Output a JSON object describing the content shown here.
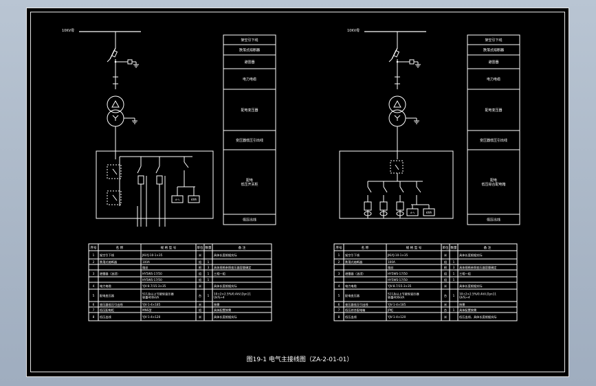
{
  "drawing_title": "图19-1  电气主接线图（ZA-2-01-01）",
  "colors": {
    "background": "#000000",
    "line": "#ffffff",
    "frame": "#e6e6e6",
    "desktop": "#a9b6c6"
  },
  "left": {
    "source_label": "10KV母",
    "side_labels": [
      "架空引下线",
      "跌落式熔断器",
      "避雷器",
      "电力电缆",
      "配电变压器",
      "变压器低压引出线",
      "配电\n低压开关柜",
      "低压出线"
    ],
    "table": {
      "headers": [
        "序号",
        "名 称",
        "规 格 型 号",
        "单位",
        "数量",
        "备 注"
      ],
      "rows": [
        [
          "1",
          "架空引下线",
          "JKLYJ-10-1×35",
          "米",
          "",
          "具体长度根据实际"
        ],
        [
          "2",
          "跌落式熔断器",
          "100A",
          "组",
          "1",
          ""
        ],
        [
          "",
          "",
          "熔丝",
          "根",
          "3",
          "具体规格参照变压器容量确定"
        ],
        [
          "3",
          "避雷器（油浸）",
          "HY5WS-17/50",
          "组",
          "1",
          "三相一组"
        ],
        [
          "",
          "",
          "HY5WS-17/50",
          "组",
          "1",
          ""
        ],
        [
          "4",
          "电力电缆",
          "YJV-8.7/15-3×35",
          "米",
          "",
          "具体长度根据实际"
        ],
        [
          "5",
          "配电变压器",
          "S11及以上节能型变压器\n容量400kVA",
          "台",
          "1",
          "10±2×2.5%/0.4kV,Dyn11\nUk%=4"
        ],
        [
          "6",
          "变压器低压引出线",
          "YJV-1-4×185",
          "米",
          "",
          "按需"
        ],
        [
          "7",
          "低压配电柜",
          "MNS型",
          "组",
          "",
          "具体配置按需"
        ],
        [
          "8",
          "低压出线",
          "YJV-1-4×120",
          "米",
          "",
          "具体长度根据实际"
        ]
      ]
    }
  },
  "right": {
    "source_label": "10KV母",
    "side_labels": [
      "架空引下线",
      "跌落式熔断器",
      "避雷器",
      "电力电缆",
      "配电变压器",
      "变压器低压引出线",
      "配电\n低压综合配电箱",
      "低压出线"
    ],
    "table": {
      "headers": [
        "序号",
        "名 称",
        "规 格 型 号",
        "单位",
        "数量",
        "备 注"
      ],
      "rows": [
        [
          "1",
          "架空引下线",
          "JKLYJ-10-1×35",
          "米",
          "",
          "具体长度根据实际"
        ],
        [
          "2",
          "跌落式熔断器",
          "100A",
          "组",
          "1",
          ""
        ],
        [
          "",
          "",
          "熔丝",
          "根",
          "3",
          "具体规格参照变压器容量确定"
        ],
        [
          "3",
          "避雷器（油浸）",
          "HY5WS-17/50",
          "组",
          "1",
          "三相一组"
        ],
        [
          "",
          "",
          "HY5WS-17/50",
          "组",
          "1",
          ""
        ],
        [
          "4",
          "电力电缆",
          "YJV-8.7/15-3×35",
          "米",
          "",
          "具体长度根据实际"
        ],
        [
          "5",
          "配电变压器",
          "S11及以上节能型变压器\n容量400kVA",
          "台",
          "1",
          "10±2×2.5%/0.4kV,Dyn11\nUk%=4"
        ],
        [
          "6",
          "变压器低压引出线",
          "YJV-1-4×185",
          "米",
          "",
          "按需"
        ],
        [
          "7",
          "低压综合配电箱",
          "JP柜",
          "台",
          "1",
          "具体配置按需"
        ],
        [
          "8",
          "低压出线",
          "YJV-1-4×120",
          "米",
          "",
          "低压出线，具体长度根据实际"
        ]
      ]
    }
  }
}
